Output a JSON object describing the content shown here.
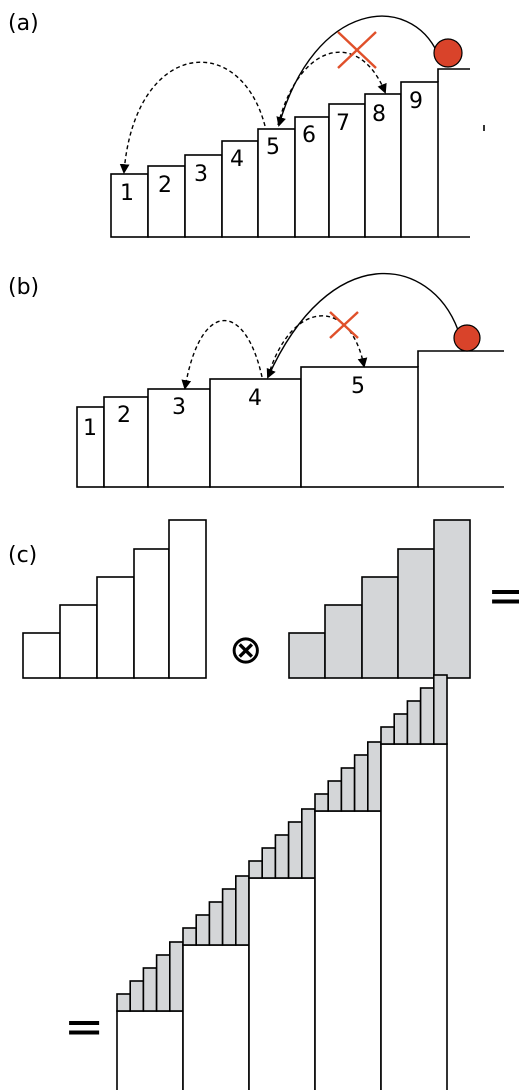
{
  "panels": {
    "a": {
      "label": "(a)",
      "step_numbers": [
        "1",
        "2",
        "3",
        "4",
        "5",
        "6",
        "7",
        "8",
        "9"
      ]
    },
    "b": {
      "label": "(b)",
      "step_numbers": [
        "1",
        "2",
        "3",
        "4",
        "5"
      ]
    },
    "c": {
      "label": "(c)",
      "operator_symbol": "⊗",
      "equals_symbol": "="
    }
  },
  "colors": {
    "ball": "#d9432a",
    "cross": "#e0502a",
    "gray_steps": "#d4d6d8",
    "stroke": "#000000"
  },
  "icons": {
    "ball": "ball-icon",
    "cross": "cross-icon",
    "operator": "circled-times-icon"
  }
}
